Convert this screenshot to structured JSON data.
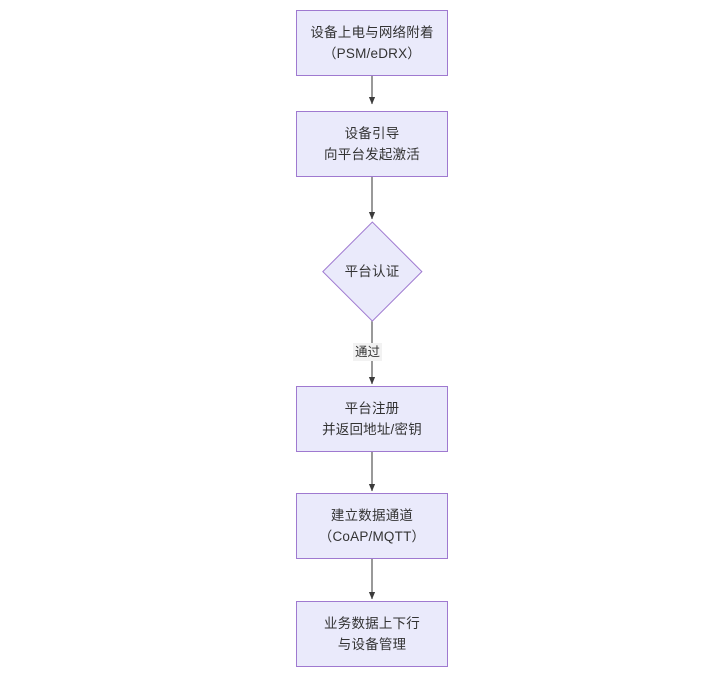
{
  "diagram": {
    "type": "flowchart",
    "orientation": "top-to-bottom",
    "background_color": "#ffffff",
    "node_fill_color": "#eaeafb",
    "node_border_color": "#9f79d0",
    "text_color": "#333333",
    "edge_color": "#555555",
    "nodes": [
      {
        "id": "n1",
        "shape": "rectangle",
        "label": "设备上电与网络附着\n（PSM/eDRX）",
        "line1": "设备上电与网络附着",
        "line2": "（PSM/eDRX）"
      },
      {
        "id": "n2",
        "shape": "rectangle",
        "label": "设备引导\n向平台发起激活",
        "line1": "设备引导",
        "line2": "向平台发起激活"
      },
      {
        "id": "n3",
        "shape": "diamond",
        "label": "平台认证"
      },
      {
        "id": "n4",
        "shape": "rectangle",
        "label": "平台注册\n并返回地址/密钥",
        "line1": "平台注册",
        "line2": "并返回地址/密钥"
      },
      {
        "id": "n5",
        "shape": "rectangle",
        "label": "建立数据通道\n（CoAP/MQTT）",
        "line1": "建立数据通道",
        "line2": "（CoAP/MQTT）"
      },
      {
        "id": "n6",
        "shape": "rectangle",
        "label": "业务数据上下行\n与设备管理",
        "line1": "业务数据上下行",
        "line2": "与设备管理"
      }
    ],
    "edges": [
      {
        "id": "e1",
        "from": "n1",
        "to": "n2",
        "label": ""
      },
      {
        "id": "e2",
        "from": "n2",
        "to": "n3",
        "label": ""
      },
      {
        "id": "e3",
        "from": "n3",
        "to": "n4",
        "label": "通过"
      },
      {
        "id": "e4",
        "from": "n4",
        "to": "n5",
        "label": ""
      },
      {
        "id": "e5",
        "from": "n5",
        "to": "n6",
        "label": ""
      }
    ]
  }
}
